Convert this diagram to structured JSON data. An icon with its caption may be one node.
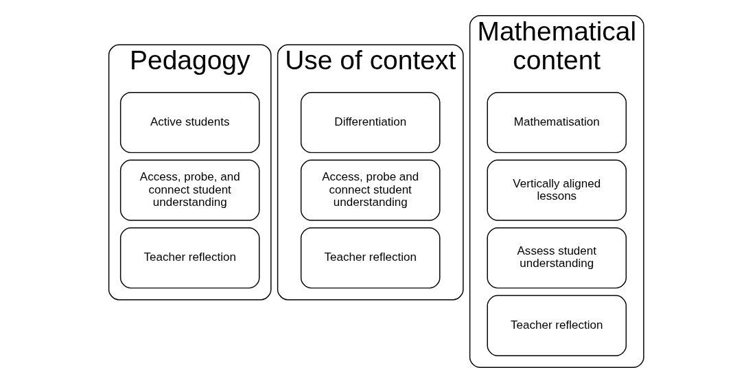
{
  "diagram": {
    "nodes": [
      {
        "text": [
          "Pedagogy"
        ]
      },
      {
        "text": [
          "Active students"
        ],
        "in": 0
      },
      {
        "text": [
          "Access, probe, and connect student understanding"
        ],
        "in": 0
      },
      {
        "text": [
          "Teacher reflection"
        ],
        "in": 0
      },
      {
        "text": [
          "Use of context"
        ]
      },
      {
        "text": [
          "Differentiation"
        ],
        "in": 4
      },
      {
        "text": [
          "Access, probe and connect student understanding"
        ],
        "in": 4
      },
      {
        "text": [
          "Teacher reflection"
        ],
        "in": 4
      },
      {
        "text": [
          "Mathematical content"
        ]
      },
      {
        "text": [
          "Mathematisation"
        ],
        "in": 8
      },
      {
        "text": [
          "Vertically aligned lessons"
        ],
        "in": 8
      },
      {
        "text": [
          "Assess student understanding"
        ],
        "in": 8
      },
      {
        "text": [
          "Teacher reflection"
        ],
        "in": 8
      }
    ],
    "edges": []
  }
}
